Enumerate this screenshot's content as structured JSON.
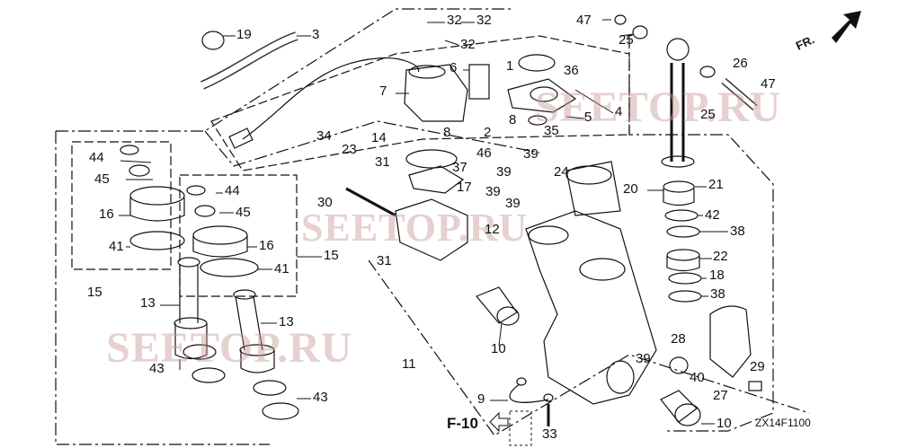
{
  "diagram": {
    "code": "ZX14F1100",
    "front_marker": "FR.",
    "reference": "F-10",
    "watermarks": [
      "SEETOP.RU",
      "SEETOP.RU",
      "SEETOP.RU"
    ],
    "callouts": [
      "19",
      "3",
      "32",
      "32",
      "32",
      "47",
      "25",
      "26",
      "47",
      "25",
      "6",
      "1",
      "36",
      "7",
      "4",
      "8",
      "5",
      "8",
      "2",
      "35",
      "44",
      "45",
      "16",
      "41",
      "15",
      "44",
      "45",
      "16",
      "41",
      "15",
      "34",
      "23",
      "14",
      "31",
      "30",
      "37",
      "46",
      "39",
      "39",
      "39",
      "39",
      "24",
      "17",
      "12",
      "31",
      "20",
      "21",
      "42",
      "38",
      "22",
      "18",
      "38",
      "13",
      "13",
      "43",
      "43",
      "10",
      "11",
      "39",
      "28",
      "40",
      "27",
      "29",
      "9",
      "10",
      "33"
    ]
  }
}
